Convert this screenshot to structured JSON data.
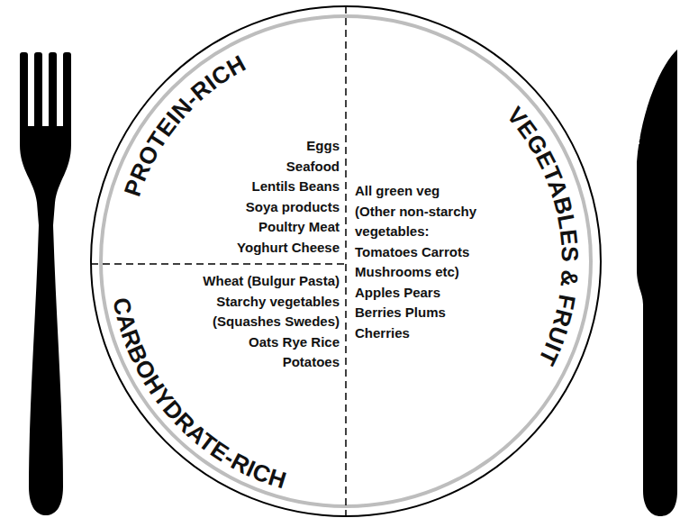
{
  "diagram": {
    "nodes": [
      {
        "text": [
          "PROTEIN-RICH",
          "Eggs",
          "Seafood",
          "Lentils Beans",
          "Soya products",
          "Poultry Meat",
          "Yoghurt Cheese"
        ]
      },
      {
        "text": [
          "CARBOHYDRATE-RICH",
          "Wheat (Bulgur Pasta)",
          "Starchy vegetables",
          "(Squashes Swedes)",
          "Oats Rye Rice",
          "Potatoes"
        ]
      },
      {
        "text": [
          "VEGETABLES & FRUIT",
          "All green veg",
          "(Other non-starchy vegetables: Tomatoes Carrots Mushrooms etc)",
          "Apples Pears",
          "Berries Plums",
          "Cherries"
        ]
      }
    ]
  }
}
